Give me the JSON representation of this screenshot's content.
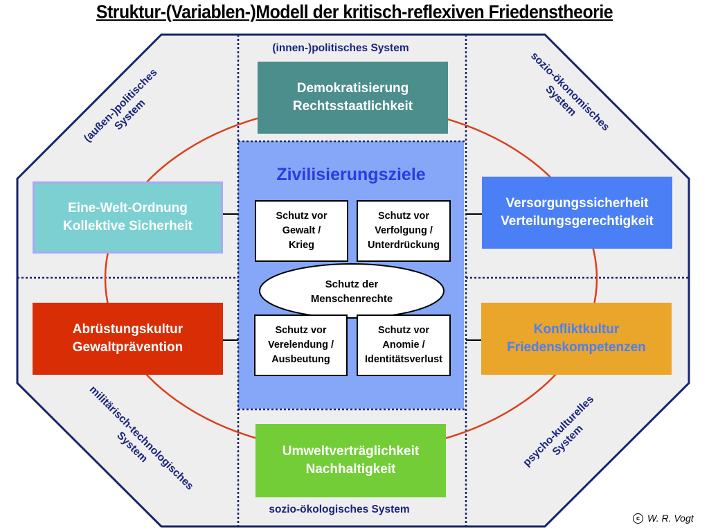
{
  "title": "Struktur-(Variablen-)Modell der kritisch-reflexiven Friedenstheorie",
  "colors": {
    "outline": "#17246b",
    "octagon_fill": "#eeeeee",
    "center_fill": "#86a6f7",
    "circle": "#d9401a",
    "system_label": "#1a237e",
    "center_title": "#2c3be0"
  },
  "systems": {
    "top": "(innen-)politisches System",
    "top_left": [
      "(außen-)politisches",
      "System"
    ],
    "top_right": [
      "sozio-ökonomisches",
      "System"
    ],
    "bottom_left": [
      "militärisch-technologisches",
      "System"
    ],
    "bottom_right": [
      "psycho-kulturelles",
      "System"
    ],
    "bottom": "sozio-ökologisches System"
  },
  "pillars": {
    "top": {
      "lines": [
        "Demokratisierung",
        "Rechtsstaatlichkeit"
      ],
      "color": "#4b8e8c",
      "text_color": "#ffffff"
    },
    "left_upper": {
      "lines": [
        "Eine-Welt-Ordnung",
        "Kollektive Sicherheit"
      ],
      "color": "#7dd0d2",
      "border": "#a9a9f2",
      "text_color": "#ffffff"
    },
    "right_upper": {
      "lines": [
        "Versorgungssicherheit",
        "Verteilungsgerechtigkeit"
      ],
      "color": "#4a7ff5",
      "text_color": "#ffffff"
    },
    "left_lower": {
      "lines": [
        "Abrüstungskultur",
        "Gewaltprävention"
      ],
      "color": "#d92d06",
      "text_color": "#ffffff"
    },
    "right_lower": {
      "lines": [
        "Konfliktkultur",
        "Friedenskompetenzen"
      ],
      "color": "#eaa52b",
      "text_color": "#4a7ff5"
    },
    "bottom": {
      "lines": [
        "Umweltverträglichkeit",
        "Nachhaltigkeit"
      ],
      "color": "#73cd37",
      "text_color": "#ffffff"
    }
  },
  "center": {
    "title": "Zivilisierungsziele",
    "goals": [
      [
        "Schutz vor",
        "Gewalt /",
        "Krieg"
      ],
      [
        "Schutz vor",
        "Verfolgung /",
        "Unterdrückung"
      ],
      [
        "Schutz vor",
        "Verelendung /",
        "Ausbeutung"
      ],
      [
        "Schutz vor",
        "Anomie /",
        "Identitätsverlust"
      ]
    ],
    "core": [
      "Schutz der",
      "Menschenrechte"
    ]
  },
  "copyright": {
    "symbol": "c",
    "author": "W. R. Vogt"
  }
}
